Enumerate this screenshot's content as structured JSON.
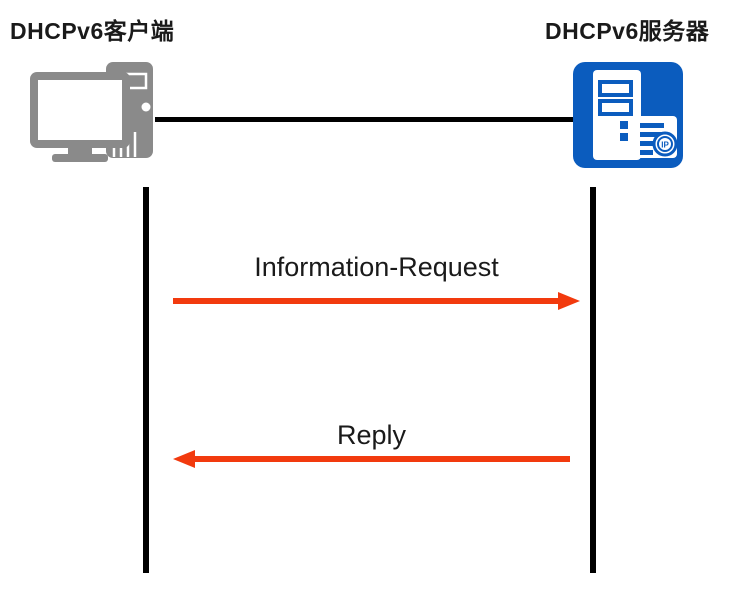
{
  "diagram": {
    "actors": [
      {
        "id": "client",
        "label": "DHCPv6客户端",
        "icon": "desktop-computer-icon"
      },
      {
        "id": "server",
        "label": "DHCPv6服务器",
        "icon": "dhcp-server-icon"
      }
    ],
    "messages": [
      {
        "label": "Information-Request",
        "from": "client",
        "to": "server",
        "direction": "right"
      },
      {
        "label": "Reply",
        "from": "server",
        "to": "client",
        "direction": "left"
      }
    ],
    "server_badge_text": "IP"
  },
  "colors": {
    "arrow": "#F23A0E",
    "server_blue": "#0B5CBE",
    "client_gray": "#8A8A8A",
    "line_black": "#000000",
    "text": "#1A1A1A"
  }
}
